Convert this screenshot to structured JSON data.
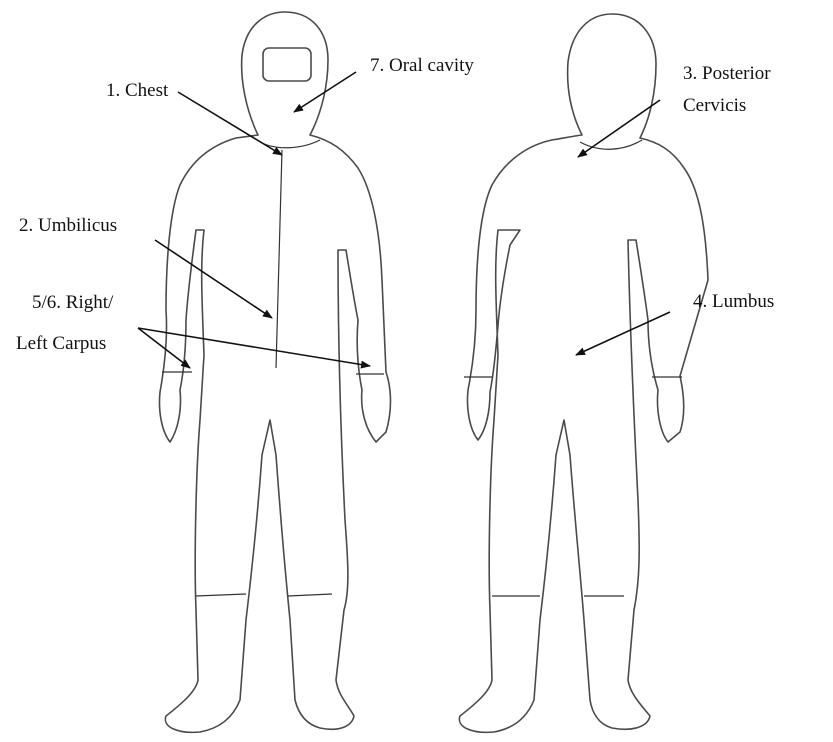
{
  "labels": {
    "chest": "1. Chest",
    "umbilicus": "2. Umbilicus",
    "posterior_line1": "3. Posterior",
    "posterior_line2": "Cervicis",
    "lumbus": "4. Lumbus",
    "carpus_line1": "5/6. Right/",
    "carpus_line2": "Left Carpus",
    "oral_cavity": "7. Oral cavity"
  },
  "colors": {
    "outline": "#4a4a4a",
    "text": "#111111",
    "background": "#ffffff"
  }
}
